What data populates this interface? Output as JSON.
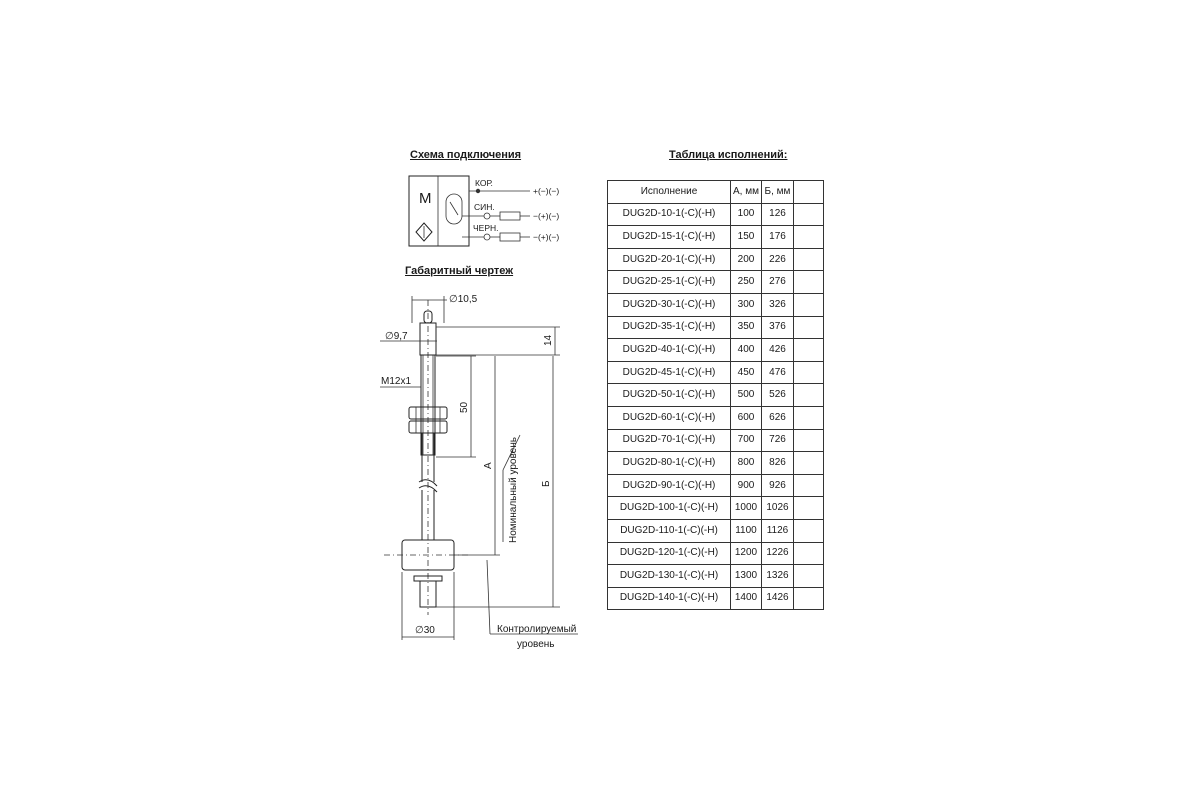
{
  "headings": {
    "scheme": "Схема подключения",
    "drawing": "Габаритный чертеж",
    "table": "Таблица исполнений:"
  },
  "scheme": {
    "module_letter": "М",
    "wires": [
      {
        "name": "КОР.",
        "polarity": "+(−)(−)"
      },
      {
        "name": "СИН.",
        "polarity": "−(+)(−)"
      },
      {
        "name": "ЧЕРН.",
        "polarity": "−(+)(−)"
      }
    ]
  },
  "dimensions": {
    "d_top": "∅10,5",
    "d_rod": "∅9,7",
    "thread": "M12x1",
    "d_float": "∅30",
    "dim_14": "14",
    "dim_50": "50",
    "dim_a": "А",
    "dim_b": "Б",
    "nominal_level": "Номинальный уровень",
    "controlled_level_1": "Контролируемый",
    "controlled_level_2": "уровень"
  },
  "table": {
    "headers": [
      "Исполнение",
      "А, мм",
      "Б, мм",
      ""
    ],
    "rows": [
      [
        "DUG2D-10-1(-C)(-H)",
        "100",
        "126",
        ""
      ],
      [
        "DUG2D-15-1(-C)(-H)",
        "150",
        "176",
        ""
      ],
      [
        "DUG2D-20-1(-C)(-H)",
        "200",
        "226",
        ""
      ],
      [
        "DUG2D-25-1(-C)(-H)",
        "250",
        "276",
        ""
      ],
      [
        "DUG2D-30-1(-C)(-H)",
        "300",
        "326",
        ""
      ],
      [
        "DUG2D-35-1(-C)(-H)",
        "350",
        "376",
        ""
      ],
      [
        "DUG2D-40-1(-C)(-H)",
        "400",
        "426",
        ""
      ],
      [
        "DUG2D-45-1(-C)(-H)",
        "450",
        "476",
        ""
      ],
      [
        "DUG2D-50-1(-C)(-H)",
        "500",
        "526",
        ""
      ],
      [
        "DUG2D-60-1(-C)(-H)",
        "600",
        "626",
        ""
      ],
      [
        "DUG2D-70-1(-C)(-H)",
        "700",
        "726",
        ""
      ],
      [
        "DUG2D-80-1(-C)(-H)",
        "800",
        "826",
        ""
      ],
      [
        "DUG2D-90-1(-C)(-H)",
        "900",
        "926",
        ""
      ],
      [
        "DUG2D-100-1(-C)(-H)",
        "1000",
        "1026",
        ""
      ],
      [
        "DUG2D-110-1(-C)(-H)",
        "1100",
        "1126",
        ""
      ],
      [
        "DUG2D-120-1(-C)(-H)",
        "1200",
        "1226",
        ""
      ],
      [
        "DUG2D-130-1(-C)(-H)",
        "1300",
        "1326",
        ""
      ],
      [
        "DUG2D-140-1(-C)(-H)",
        "1400",
        "1426",
        ""
      ]
    ]
  }
}
